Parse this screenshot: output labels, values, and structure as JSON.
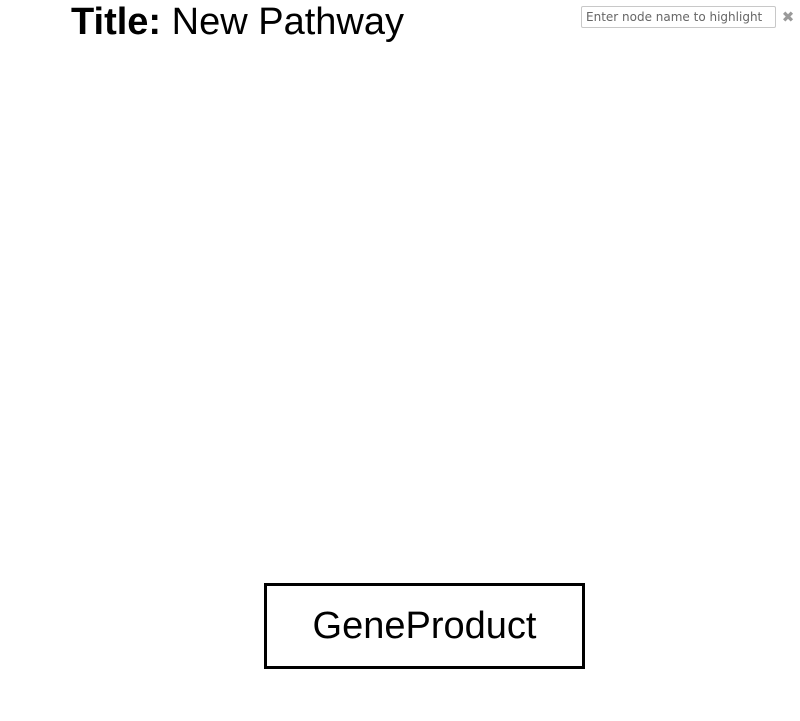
{
  "pathway": {
    "title_label": "Title:",
    "title_value": "New Pathway"
  },
  "search": {
    "placeholder": "Enter node name to highlight",
    "value": "",
    "clear_icon": "close-icon",
    "clear_glyph": "✖"
  },
  "nodes": [
    {
      "type": "GeneProduct",
      "label": "GeneProduct"
    }
  ],
  "colors": {
    "background": "#ffffff",
    "text": "#000000",
    "node_border": "#000000",
    "clear_icon": "#9a9a9a",
    "input_border": "#c8c8c8"
  }
}
